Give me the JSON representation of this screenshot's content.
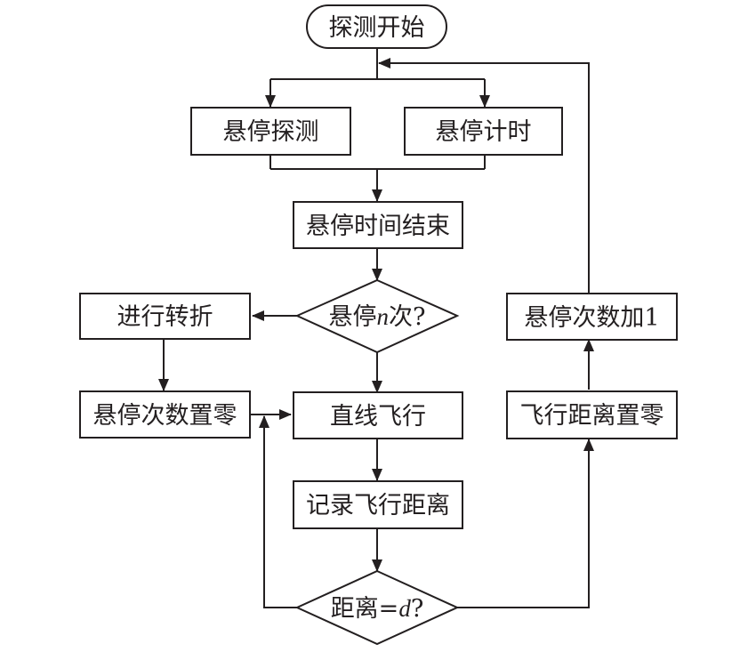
{
  "diagram": {
    "nodes": {
      "start": "探测开始",
      "hover_detect": "悬停探测",
      "hover_timing": "悬停计时",
      "hover_end": "悬停时间结束",
      "turn": "进行转折",
      "reset_count": "悬停次数置零",
      "fly_straight": "直线飞行",
      "record_distance": "记录飞行距离",
      "count_plus": "悬停次数加1",
      "reset_distance": "飞行距离置零"
    },
    "decision_hover": {
      "prefix": "悬停",
      "variable": "n",
      "suffix": "次?"
    },
    "decision_distance": {
      "prefix": "距离=",
      "variable": "d",
      "suffix": "?"
    }
  },
  "colors": {
    "stroke": "#231f20",
    "fill": "#ffffff",
    "text": "#231f20"
  }
}
